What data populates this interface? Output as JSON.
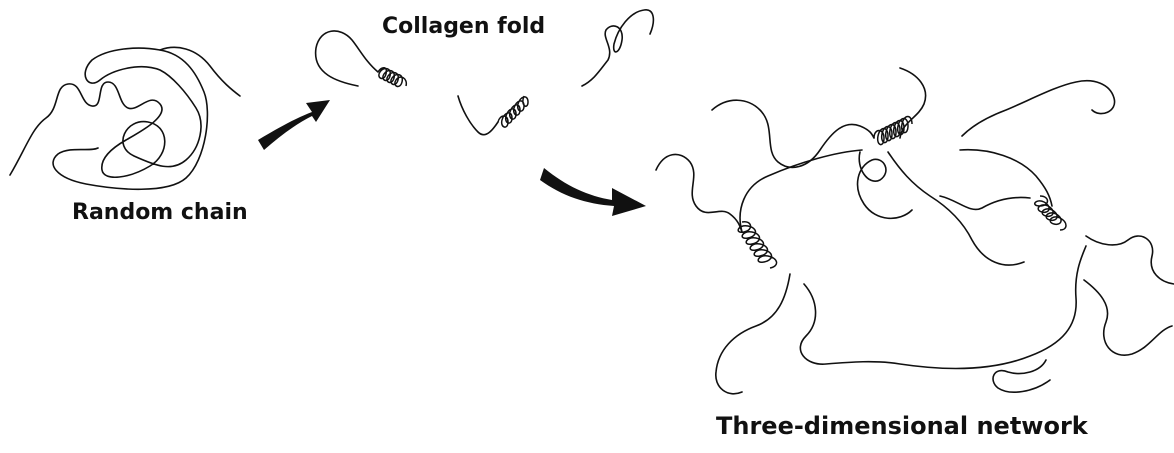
{
  "labels": {
    "random_chain": "Random chain",
    "collagen_fold": "Collagen fold",
    "network": "Three-dimensional network"
  },
  "icons": {
    "arrow_1": "curved-arrow-icon",
    "arrow_2": "curved-arrow-icon"
  },
  "colors": {
    "ink": "#111111",
    "background": "#ffffff"
  }
}
